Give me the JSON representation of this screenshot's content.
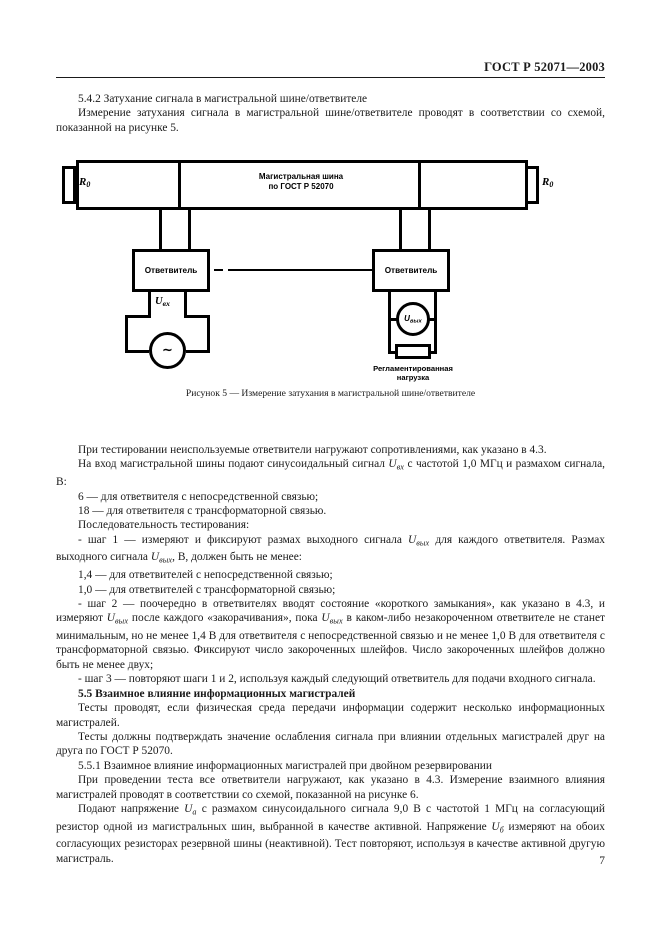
{
  "header": {
    "standard_title": "ГОСТ Р 52071—2003"
  },
  "page_number": "7",
  "sections": {
    "s542_heading": "5.4.2  Затухание сигнала в магистральной шине/ответвителе",
    "s542_intro": "Измерение затухания сигнала в магистральной шине/ответвителе проводят в соответствии со схемой, показанной на рисунке 5.",
    "p_unused": "При тестировании неиспользуемые ответвители нагружают сопротивлениями, как указано в 4.3.",
    "p_input_1": "На вход магистральной шины подают синусоидальный сигнал ",
    "p_input_2": " с частотой 1,0 МГц и размахом сигнала, В:",
    "li_6": "6 — для ответвителя с непосредственной связью;",
    "li_18": "18 — для ответвителя с трансформаторной связью.",
    "p_sequence": "Последовательность тестирования:",
    "step1_a": "- шаг 1 — измеряют и фиксируют размах выходного сигнала ",
    "step1_b": " для каждого ответвителя. Размах выходного сигнала ",
    "step1_c": ", В, должен быть не менее:",
    "li_14": "1,4 — для ответвителей с непосредственной связью;",
    "li_10": "1,0 — для ответвителей с трансформаторной связью;",
    "step2_a": "- шаг 2 — поочередно в ответвителях вводят состояние «короткого замыкания», как указано в 4.3, и измеряют ",
    "step2_b": " после каждого «закорачивания», пока ",
    "step2_c": " в каком-либо незакороченном ответвителе не станет минимальным, но не менее 1,4 В для ответвителя с непосредственной связью и не менее 1,0 В для ответвителя с трансформаторной связью. Фиксируют число закороченных шлейфов. Число закороченных шлейфов должно быть не менее двух;",
    "step3": "- шаг 3 — повторяют шаги 1 и 2, используя каждый следующий ответвитель для подачи входного сигнала.",
    "s55_heading": "5.5  Взаимное влияние информационных магистралей",
    "s55_p1": "Тесты проводят, если физическая среда передачи информации содержит несколько информационных магистралей.",
    "s55_p2": "Тесты должны подтверждать значение ослабления сигнала при влиянии отдельных магистралей друг на друга по ГОСТ Р 52070.",
    "s551_heading": "5.5.1  Взаимное влияние информационных магистралей при двойном резервировании",
    "s551_p1": "При проведении теста все ответвители нагружают, как указано в 4.3. Измерение взаимного влияния магистралей проводят в соответствии со схемой, показанной на рисунке 6.",
    "s551_p2_a": "Подают напряжение ",
    "s551_p2_b": " с размахом синусоидального сигнала 9,0 В с частотой 1 МГц на согласующий резистор одной из магистральных шин, выбранной в качестве активной. Напряжение ",
    "s551_p2_c": " измеряют на обоих согласующих резисторах резервной шины (неактивной). Тест повторяют, используя в качестве активной другую магистраль."
  },
  "symbols": {
    "U": "U",
    "sub_vx": "вх",
    "sub_vyh": "вых",
    "sub_a": "а",
    "sub_b": "б",
    "R": "R",
    "sub_zero": "0"
  },
  "figure": {
    "caption": "Рисунок 5 — Измерение затухания в магистральной шине/ответвителе",
    "bus_label_line1": "Магистральная шина",
    "bus_label_line2": "по ГОСТ Р 52070",
    "coupler_left": "Ответвитель",
    "coupler_right": "Ответвитель",
    "resistor_left": "R",
    "resistor_right": "R",
    "resistor_sub": "0",
    "u_in": "U",
    "u_in_sub": "вх",
    "u_out": "U",
    "u_out_sub": "вых",
    "load_line1": "Регламентированная",
    "load_line2": "нагрузка",
    "source_glyph": "∼"
  }
}
